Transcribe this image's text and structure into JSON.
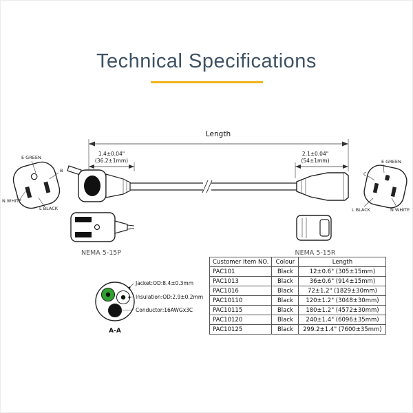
{
  "title": "Technical Specifications",
  "colors": {
    "accent": "#f0b217",
    "title_text": "#3e5265",
    "wire_green": "#2ea12e",
    "wire_white": "#ffffff",
    "wire_black": "#111111"
  },
  "diagram": {
    "length_label": "Length",
    "plug": {
      "dim_in": "1.4±0.04\"",
      "dim_mm": "(36.2±1mm)",
      "name": "NEMA 5-15P",
      "labels": {
        "ground": "E GREEN",
        "b": "B",
        "neutral": "N WHITE",
        "line": "L BLACK"
      }
    },
    "receptacle": {
      "dim_in": "2.1±0.04\"",
      "dim_mm": "(54±1mm)",
      "name": "NEMA 5-15R",
      "labels": {
        "ground": "E GREEN",
        "c": "C",
        "line": "L BLACK",
        "neutral": "N WHITE"
      }
    }
  },
  "cross_section": {
    "jacket": "Jacket:OD:8.4±0.3mm",
    "insulation": "Insulation:OD:2.9±0.2mm",
    "conductor": "Conductor:16AWGx3C",
    "section_label": "A-A"
  },
  "table": {
    "headers": [
      "Customer Item NO.",
      "Colour",
      "Length"
    ],
    "rows": [
      [
        "PAC101",
        "Black",
        "12±0.6\" (305±15mm)"
      ],
      [
        "PAC1013",
        "Black",
        "36±0.6\" (914±15mm)"
      ],
      [
        "PAC1016",
        "Black",
        "72±1.2\" (1829±30mm)"
      ],
      [
        "PAC10110",
        "Black",
        "120±1.2\" (3048±30mm)"
      ],
      [
        "PAC10115",
        "Black",
        "180±1.2\" (4572±30mm)"
      ],
      [
        "PAC10120",
        "Black",
        "240±1.4\" (6096±35mm)"
      ],
      [
        "PAC10125",
        "Black",
        "299.2±1.4\" (7600±35mm)"
      ]
    ]
  }
}
